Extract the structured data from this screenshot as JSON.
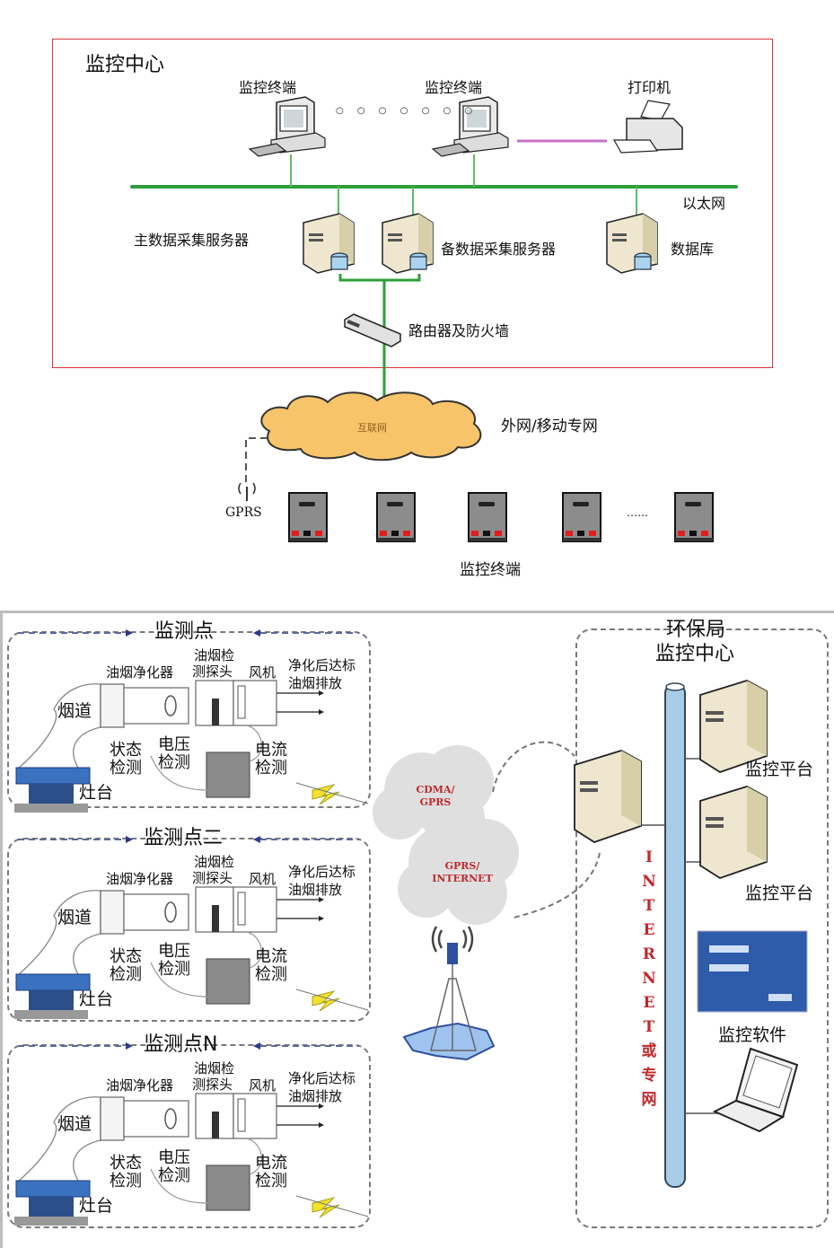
{
  "top_diagram": {
    "title": "监控中心",
    "monitor_terminal_1": "监控终端",
    "monitor_terminal_2": "监控终端",
    "ellipsis_dots": "○ ○ ○ ○ ○ ○ ○",
    "printer": "打印机",
    "ethernet": "以太网",
    "main_server": "主数据采集服务器",
    "backup_server": "备数据采集服务器",
    "database": "数据库",
    "router_firewall": "路由器及防火墙",
    "internet_cloud": "互联网",
    "external_network": "外网/移动专网",
    "gprs": "GPRS",
    "field_terminals_ellipsis": "……",
    "field_terminals_label": "监控终端",
    "colors": {
      "frame": "#e0343a",
      "ethernet": "#2e9e3a",
      "printer_link": "#c86fc8",
      "cloud": "#f7c46a"
    }
  },
  "bottom_diagram": {
    "monitoring_points": [
      {
        "title": "监测点"
      },
      {
        "title": "监测点二"
      },
      {
        "title": "监测点N"
      }
    ],
    "point_labels": {
      "purifier": "油烟净化器",
      "probe_line1": "油烟检",
      "probe_line2": "测探头",
      "fan": "风机",
      "exhaust_line1": "净化后达标",
      "exhaust_line2": "油烟排放",
      "flue": "烟道",
      "stove": "灶台",
      "status_line1": "状态",
      "status_line2": "检测",
      "voltage_line1": "电压",
      "voltage_line2": "检测",
      "current_line1": "电流",
      "current_line2": "检测"
    },
    "cloud_1": {
      "line1": "CDMA/",
      "line2": "GPRS"
    },
    "cloud_2": {
      "line1": "GPRS/",
      "line2": "INTERNET"
    },
    "center": {
      "title_line1": "环保局",
      "title_line2": "监控中心",
      "platform_1": "监控平台",
      "platform_2": "监控平台",
      "software": "监控软件",
      "backbone_letters": [
        "I",
        "N",
        "T",
        "E",
        "R",
        "N",
        "E",
        "T",
        "或",
        "专",
        "网"
      ]
    }
  }
}
